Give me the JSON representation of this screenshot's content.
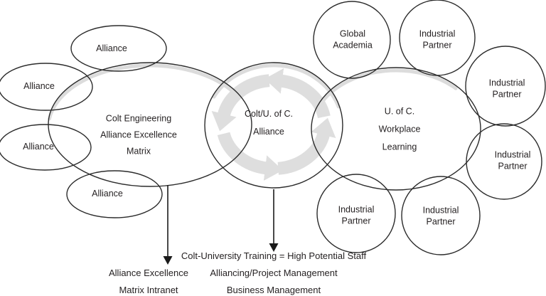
{
  "diagram": {
    "nodes": {
      "colt_hub": {
        "line1": "Colt Engineering",
        "line2": "Alliance Excellence",
        "line3": "Matrix"
      },
      "alliance_hub": {
        "line1": "Colt/U. of C.",
        "line2": "Alliance"
      },
      "uofc_hub": {
        "line1": "U. of C.",
        "line2": "Workplace",
        "line3": "Learning"
      },
      "alliance_top": {
        "label": "Alliance"
      },
      "alliance_left_upper": {
        "label": "Alliance"
      },
      "alliance_left_lower": {
        "label": "Alliance"
      },
      "alliance_bottom": {
        "label": "Alliance"
      },
      "global_academia": {
        "line1": "Global",
        "line2": "Academia"
      },
      "industrial_top": {
        "line1": "Industrial",
        "line2": "Partner"
      },
      "industrial_right_upper": {
        "line1": "Industrial",
        "line2": "Partner"
      },
      "industrial_right_lower": {
        "line1": "Industrial",
        "line2": "Partner"
      },
      "industrial_bottom_right": {
        "line1": "Industrial",
        "line2": "Partner"
      },
      "industrial_bottom_left": {
        "line1": "Industrial",
        "line2": "Partner"
      }
    },
    "annotations": {
      "matrix_intranet": {
        "line1": "Alliance Excellence",
        "line2": "Matrix Intranet"
      },
      "training": {
        "line1": "Colt-University Training = High Potential Staff",
        "line2": "Alliancing/Project Management",
        "line3": "Business Management"
      }
    },
    "colors": {
      "outline": "#2b2b2b",
      "text": "#231f20",
      "cycle_arrow": "#dedede",
      "shadow_arc": "#dcdcdc",
      "background": "#ffffff"
    }
  }
}
